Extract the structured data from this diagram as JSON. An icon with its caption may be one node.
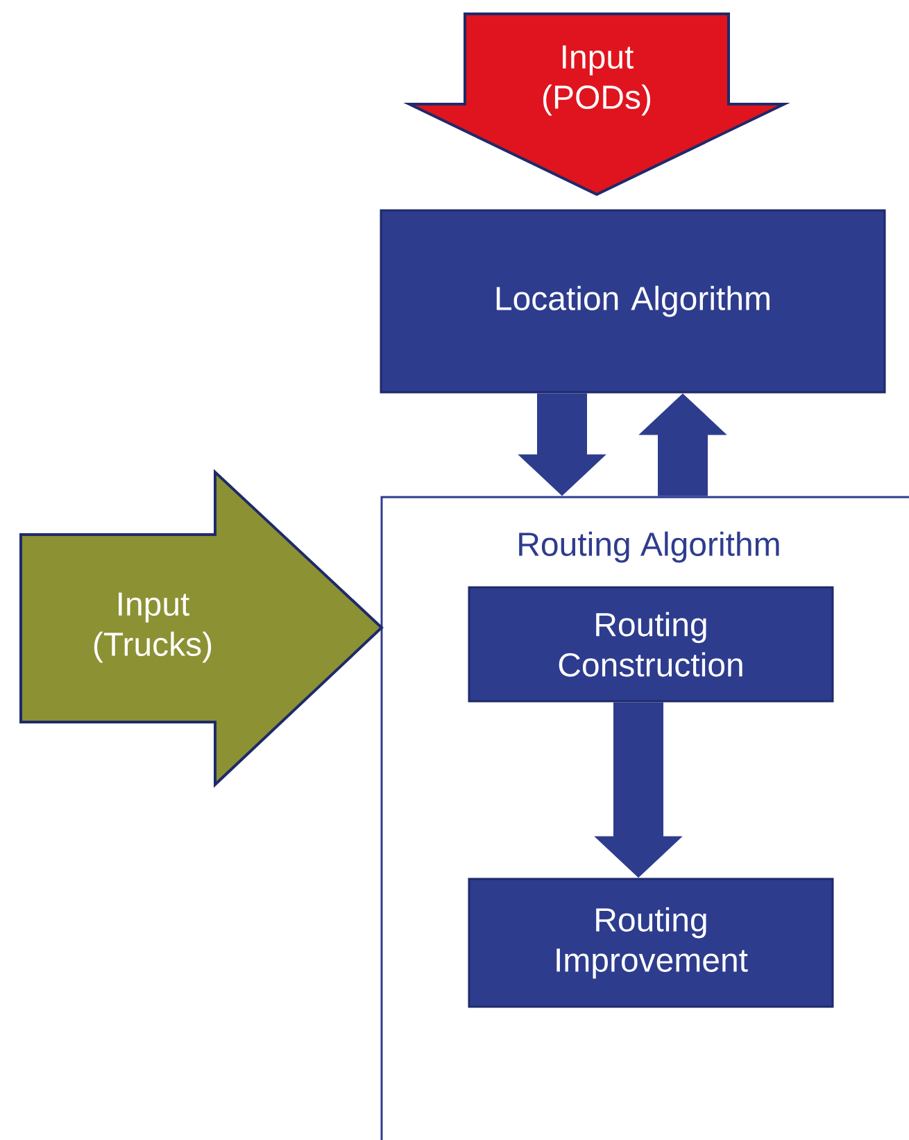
{
  "diagram": {
    "nodes": [
      {
        "text": [
          "Input (PODs)"
        ]
      },
      {
        "text": [
          "Location Algorithm"
        ]
      },
      {
        "text": [
          "Routing Algorithm"
        ]
      },
      {
        "text": [
          "Routing Construction"
        ],
        "in": 2
      },
      {
        "text": [
          "Routing Improvement"
        ],
        "in": 2
      },
      {
        "text": [
          "Input (Trucks)"
        ]
      }
    ],
    "edges": [
      {
        "from": 1,
        "to": 2,
        "arrow": "to"
      },
      {
        "from": 2,
        "to": 1,
        "arrow": "to"
      },
      {
        "from": 3,
        "to": 4,
        "arrow": "to"
      }
    ]
  }
}
